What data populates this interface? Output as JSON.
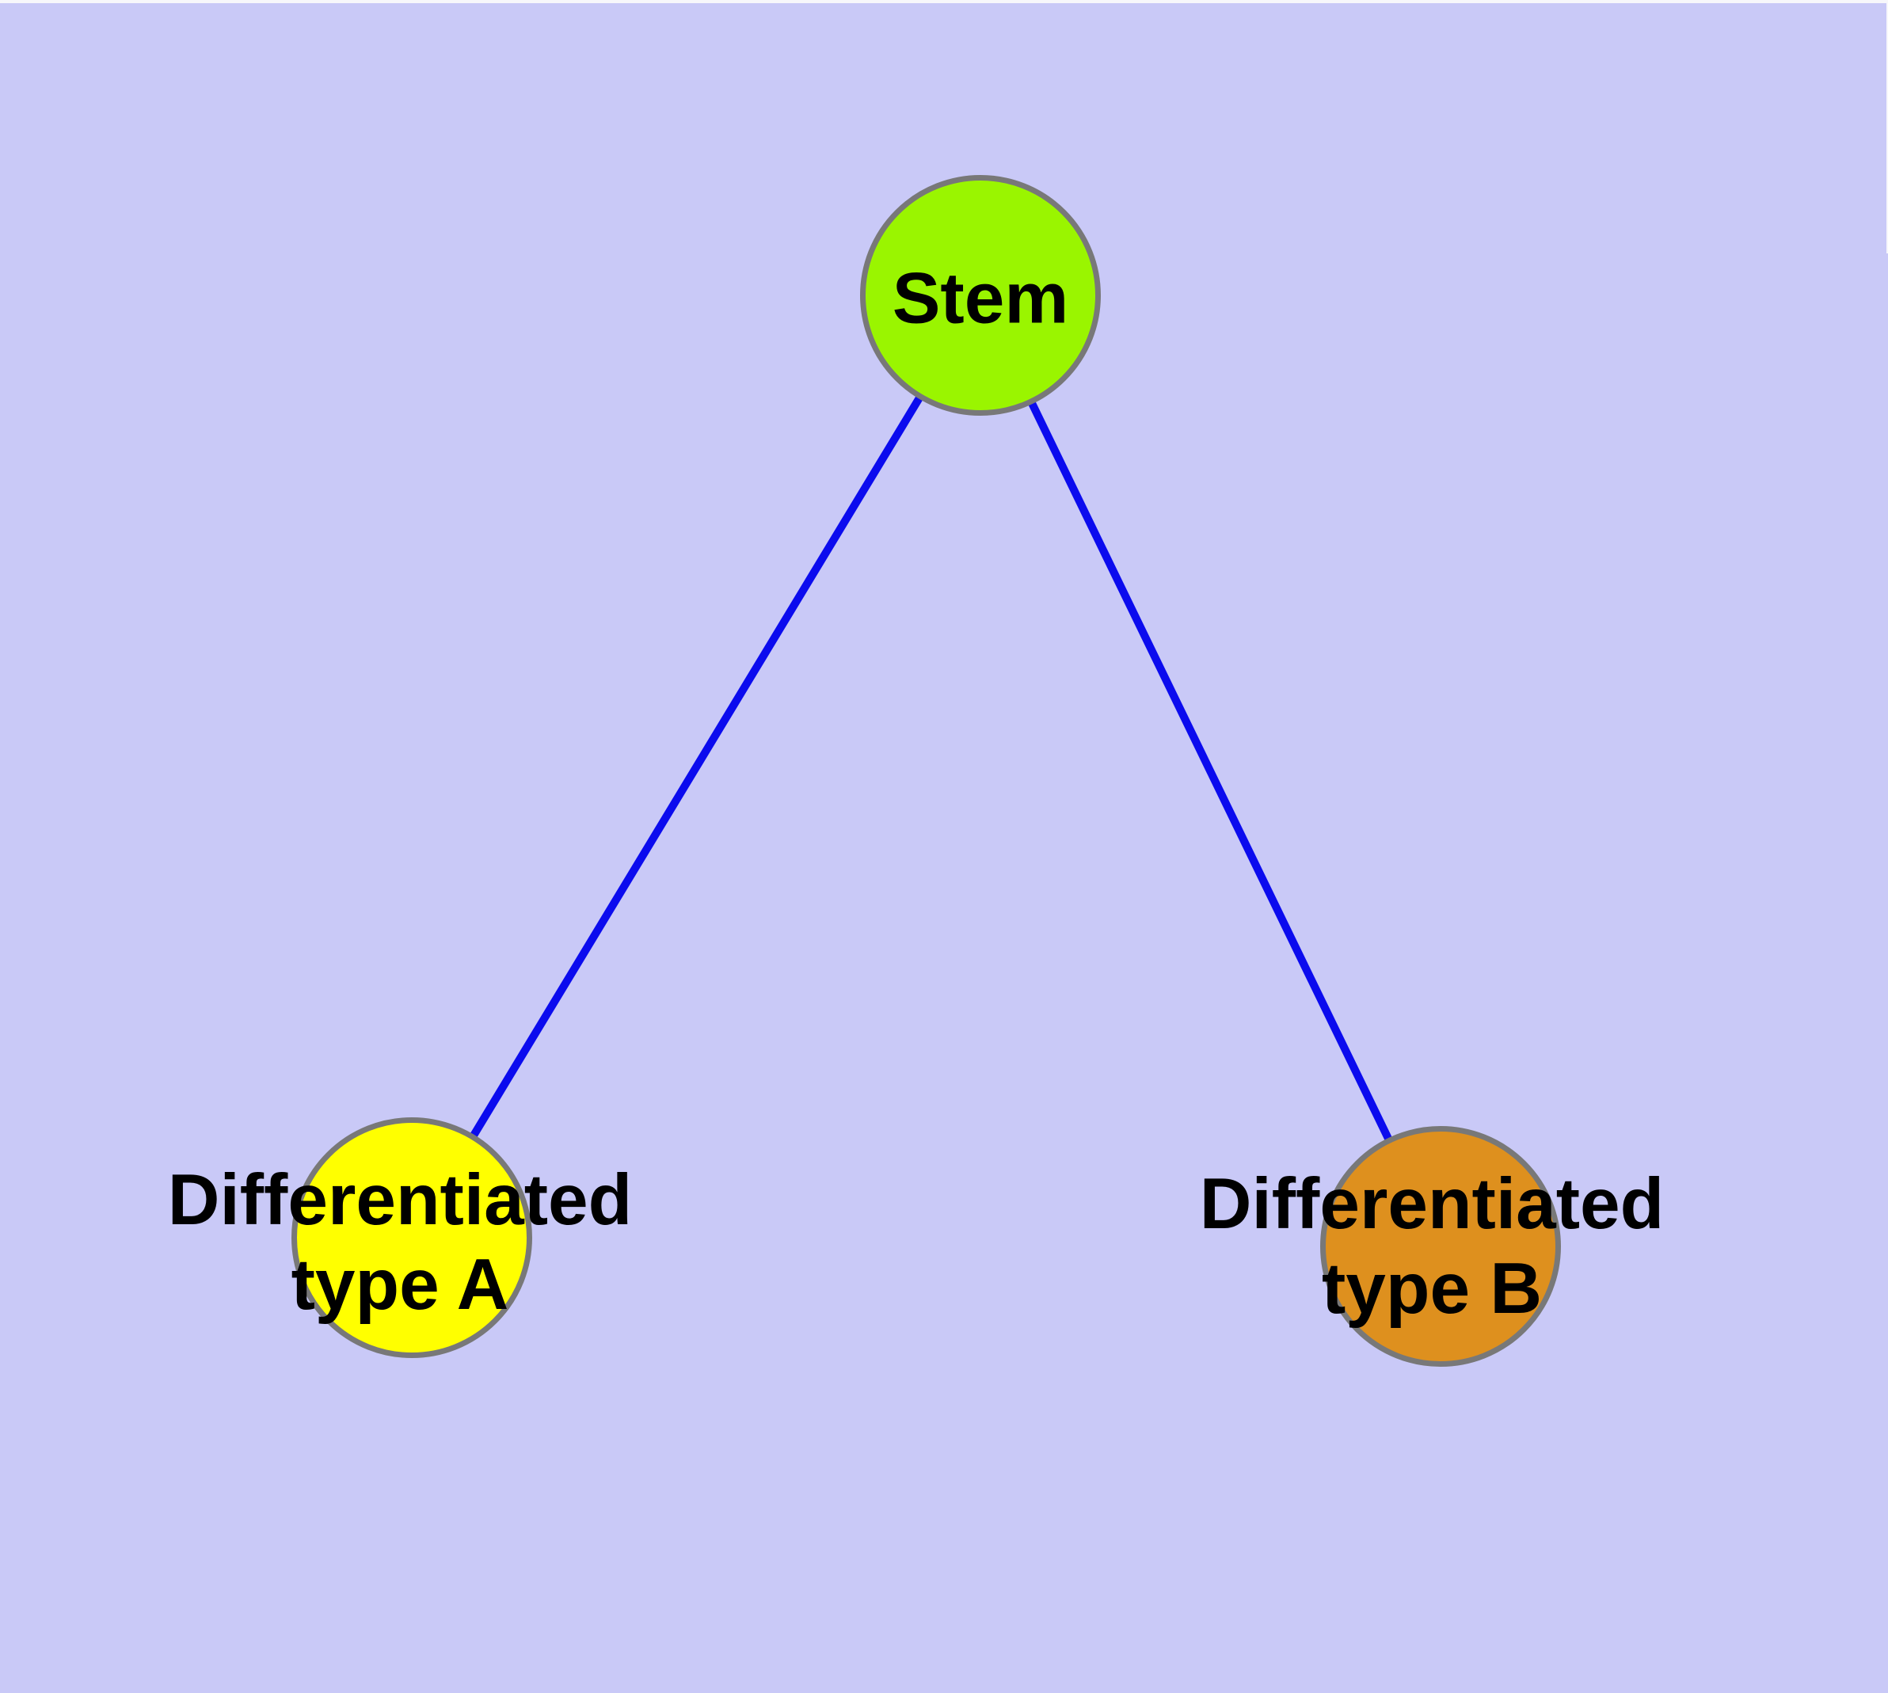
{
  "diagram": {
    "background_color": "#C9C9F7",
    "frame_color": "#F7F7FB",
    "edge_color": "#0B0BEE",
    "node_border_color": "#787878",
    "label_color": "#000000",
    "nodes": [
      {
        "id": "stem",
        "lines": [
          "Stem"
        ],
        "fill": "#9AF500"
      },
      {
        "id": "type-a",
        "lines": [
          "Differentiated",
          "type A"
        ],
        "fill": "#FFFF00"
      },
      {
        "id": "type-b",
        "lines": [
          "Differentiated",
          "type B"
        ],
        "fill": "#DE901E"
      }
    ],
    "edges": [
      {
        "from": "stem",
        "to": "type-a"
      },
      {
        "from": "stem",
        "to": "type-b"
      }
    ]
  }
}
